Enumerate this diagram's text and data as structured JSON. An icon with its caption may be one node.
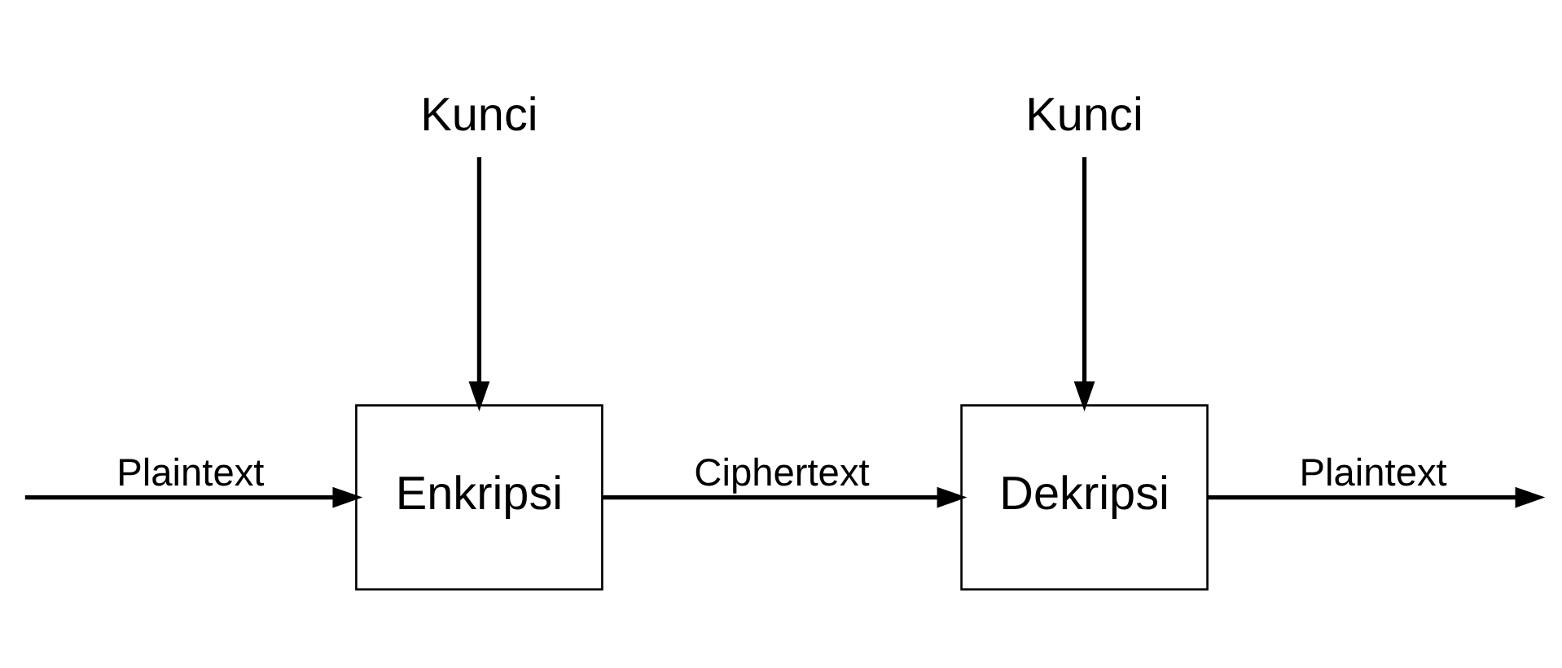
{
  "diagram": {
    "nodes": [
      {
        "text": [
          "Enkripsi"
        ]
      },
      {
        "text": [
          "Dekripsi"
        ]
      },
      {
        "text": [
          "Kunci"
        ]
      },
      {
        "text": [
          "Kunci"
        ]
      }
    ],
    "edges": [
      {
        "from": null,
        "to": 0,
        "arrow": "to",
        "label": "Plaintext"
      },
      {
        "from": 0,
        "to": 1,
        "arrow": "to",
        "label": "Ciphertext"
      },
      {
        "from": 1,
        "to": null,
        "arrow": "to",
        "label": "Plaintext"
      },
      {
        "from": 2,
        "to": 0,
        "arrow": "to"
      },
      {
        "from": 3,
        "to": 1,
        "arrow": "to"
      }
    ]
  }
}
